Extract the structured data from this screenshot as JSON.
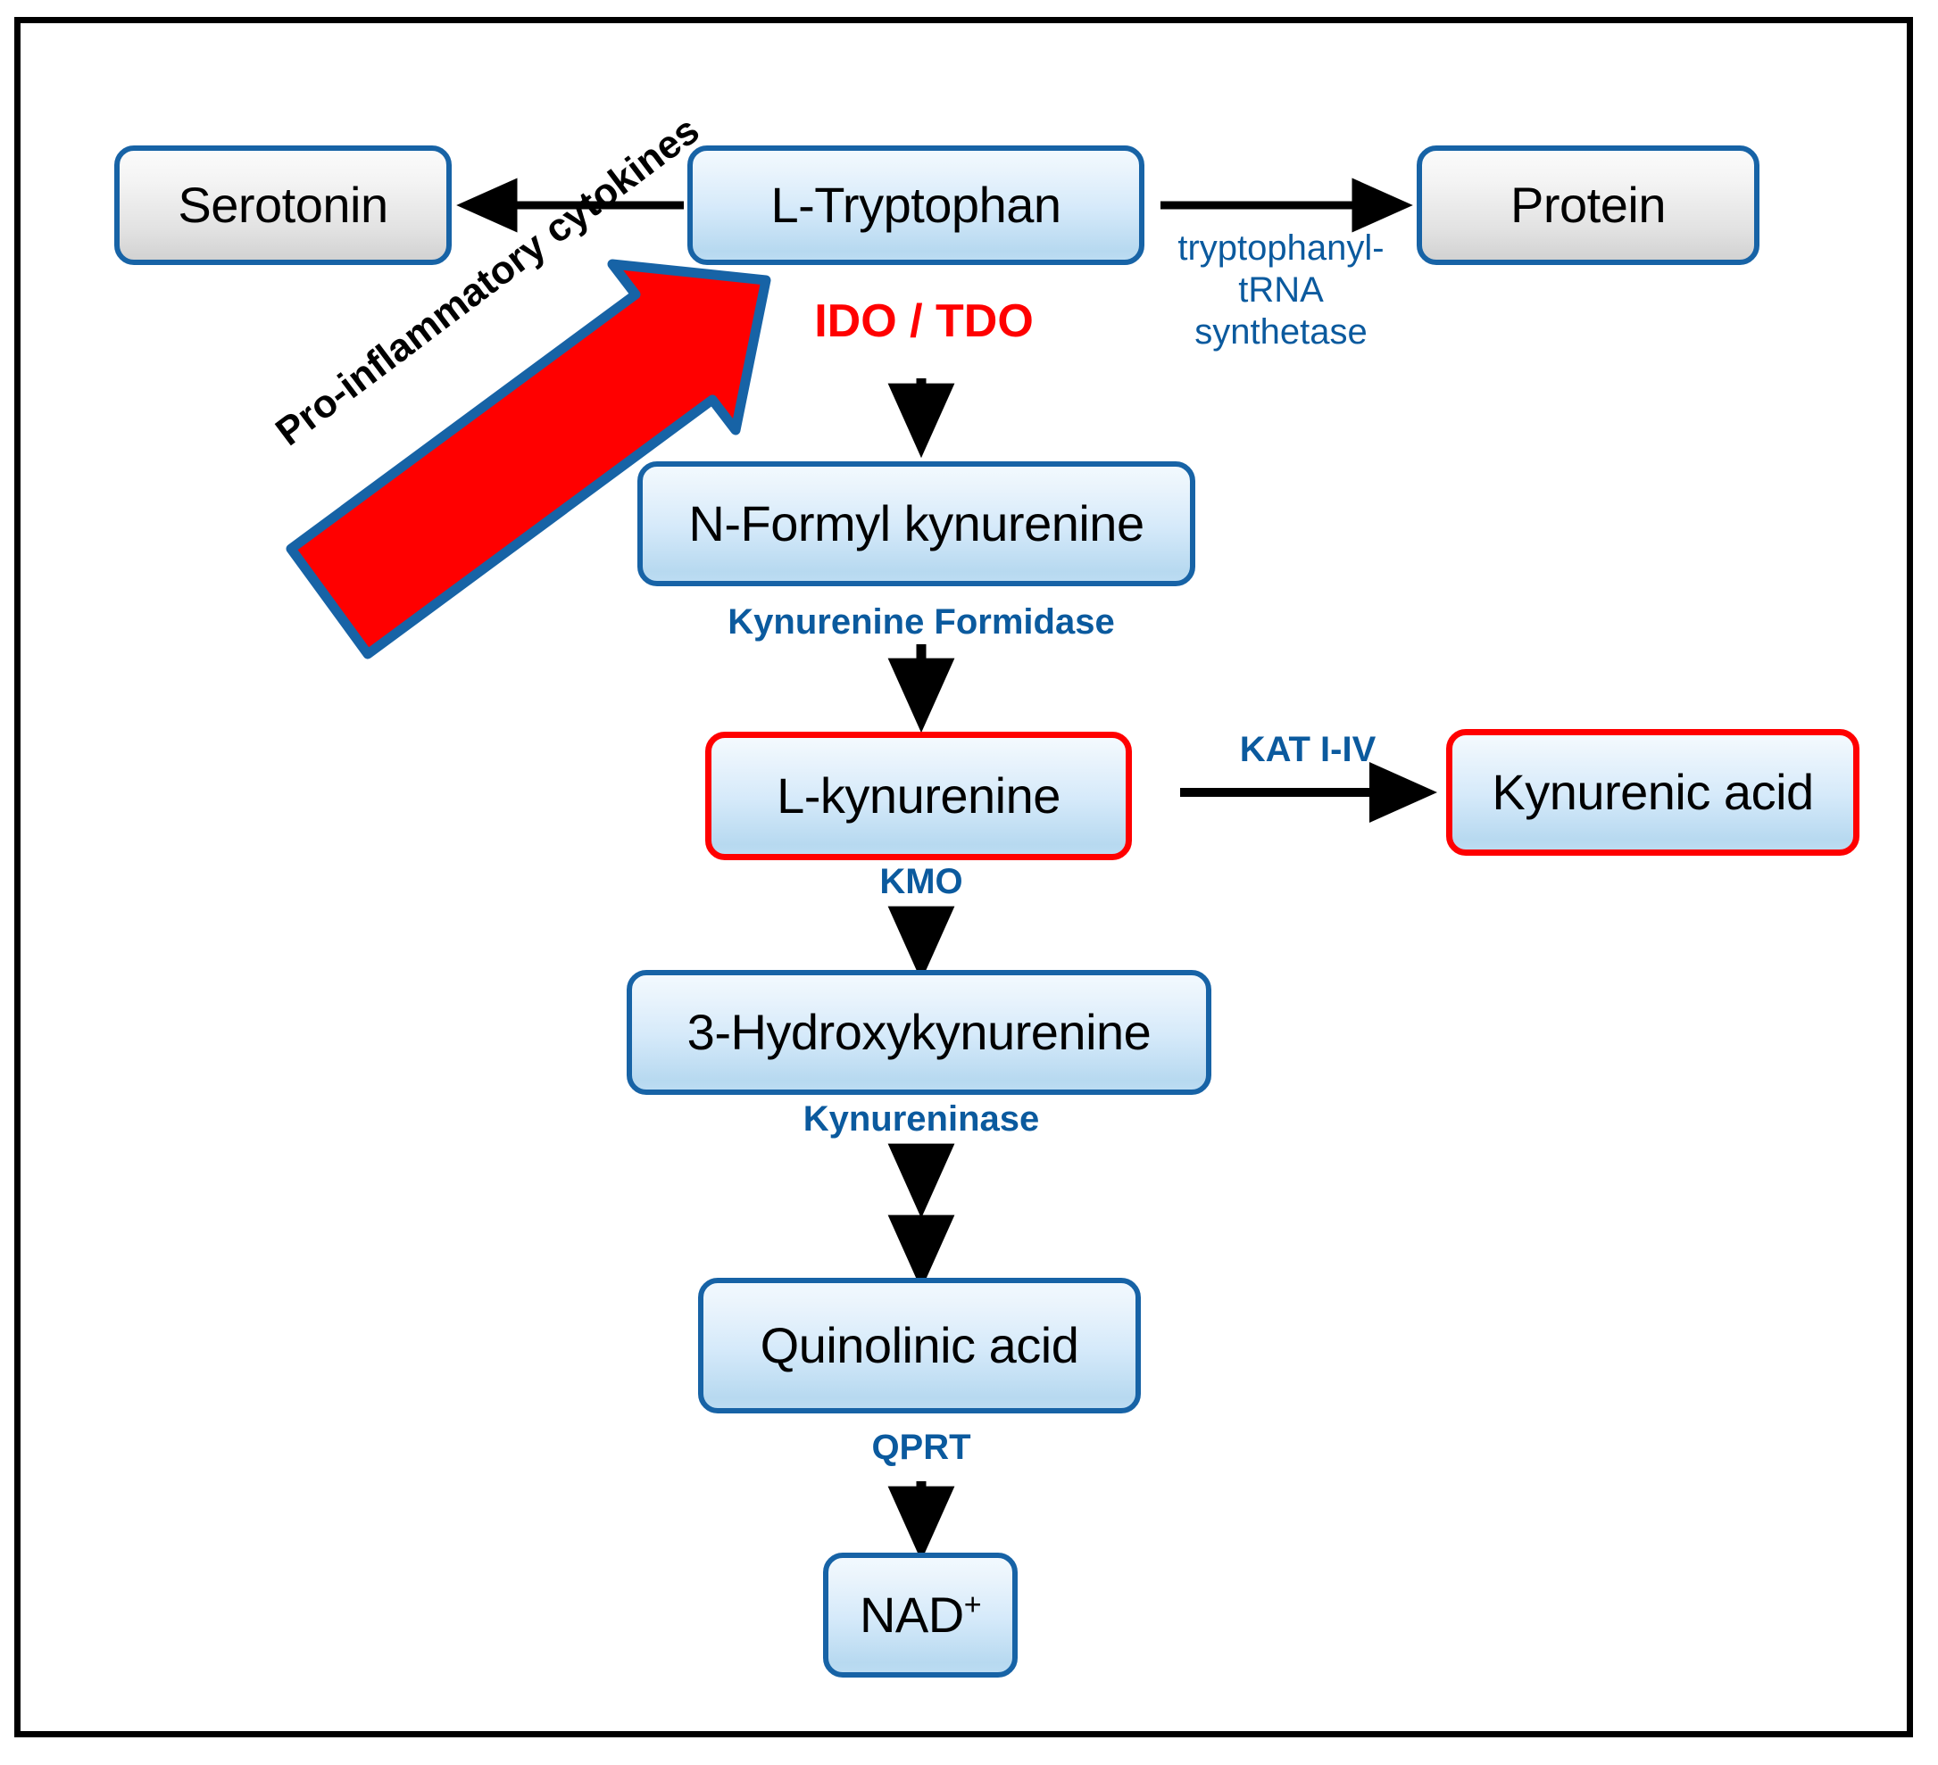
{
  "diagram": {
    "title": "Kynurenine pathway of tryptophan metabolism",
    "colors": {
      "node_border_blue": "#1763A6",
      "node_border_red": "#FF0000",
      "enzyme_text": "#0B5A9E",
      "highlight_red": "#FF0000",
      "frame": "#000000",
      "arrow_black": "#000000",
      "cytokine_arrow_fill": "#FF0000",
      "cytokine_arrow_stroke": "#1763A6"
    }
  },
  "nodes": {
    "serotonin": {
      "label": "Serotonin",
      "style": "gray"
    },
    "tryptophan": {
      "label": "L-Tryptophan",
      "style": "blue"
    },
    "protein": {
      "label": "Protein",
      "style": "gray"
    },
    "n_formyl_kynurenine": {
      "label": "N-Formyl kynurenine",
      "style": "blue"
    },
    "l_kynurenine": {
      "label": "L-kynurenine",
      "style": "blue-red-outline"
    },
    "kynurenic_acid": {
      "label": "Kynurenic acid",
      "style": "blue-red-outline"
    },
    "hydroxykynurenine": {
      "label": "3-Hydroxykynurenine",
      "style": "blue"
    },
    "quinolinic_acid": {
      "label": "Quinolinic acid",
      "style": "blue"
    },
    "nad": {
      "label": "NAD",
      "superscript": "+",
      "style": "blue"
    }
  },
  "enzymes": {
    "ido_tdo": "IDO / TDO",
    "tryptophanyl_trna_synthetase_line1": "tryptophanyl-",
    "tryptophanyl_trna_synthetase_line2": "tRNA",
    "tryptophanyl_trna_synthetase_line3": "synthetase",
    "kynurenine_formidase": "Kynurenine Formidase",
    "kat": "KAT I-IV",
    "kmo": "KMO",
    "kynureninase": "Kynureninase",
    "qprt": "QPRT"
  },
  "annotations": {
    "pro_inflammatory_cytokines": "Pro-inflammatory cytokines"
  },
  "chart_data": {
    "type": "diagram",
    "title": "Kynurenine pathway of tryptophan metabolism",
    "edges": [
      {
        "from": "L-Tryptophan",
        "to": "Serotonin",
        "label": ""
      },
      {
        "from": "L-Tryptophan",
        "to": "Protein",
        "label": "tryptophanyl-tRNA synthetase"
      },
      {
        "from": "L-Tryptophan",
        "to": "N-Formyl kynurenine",
        "label": "IDO / TDO"
      },
      {
        "from": "N-Formyl kynurenine",
        "to": "L-kynurenine",
        "label": "Kynurenine Formidase"
      },
      {
        "from": "L-kynurenine",
        "to": "Kynurenic acid",
        "label": "KAT I-IV"
      },
      {
        "from": "L-kynurenine",
        "to": "3-Hydroxykynurenine",
        "label": "KMO"
      },
      {
        "from": "3-Hydroxykynurenine",
        "to": "Quinolinic acid",
        "label": "Kynureninase"
      },
      {
        "from": "Quinolinic acid",
        "to": "NAD+",
        "label": "QPRT"
      },
      {
        "from": "Pro-inflammatory cytokines",
        "to": "IDO / TDO",
        "label": "Pro-inflammatory cytokines"
      }
    ]
  }
}
